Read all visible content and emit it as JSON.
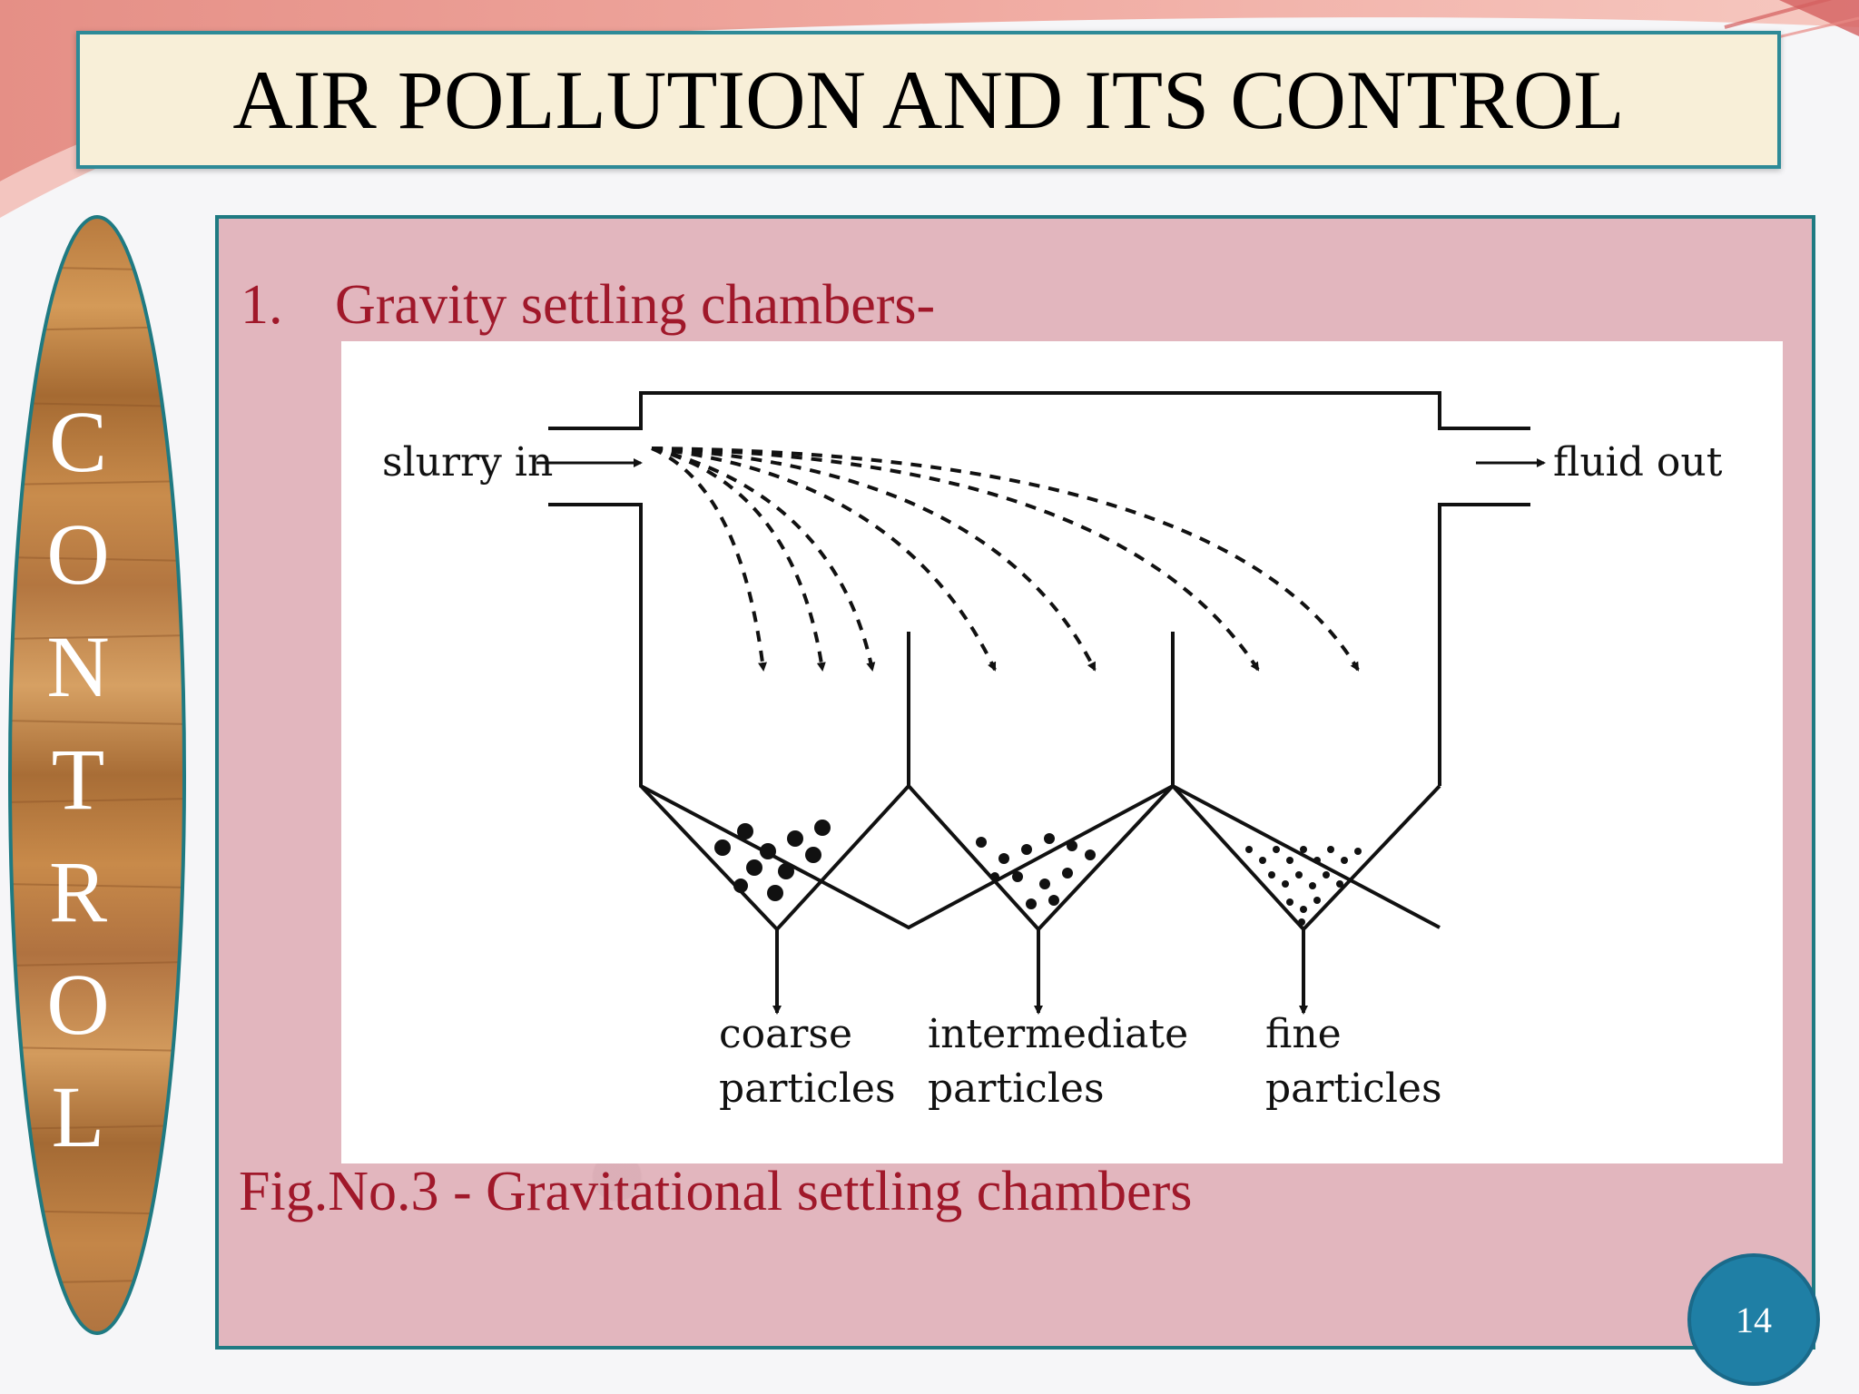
{
  "slide": {
    "title": "AIR POLLUTION AND ITS CONTROL",
    "side_letters": [
      "C",
      "O",
      "N",
      "T",
      "R",
      "O",
      "L"
    ],
    "heading_number": "1.",
    "heading_text": "Gravity settling chambers-",
    "caption": "Fig.No.3 - Gravitational settling chambers",
    "page_number": "14"
  },
  "diagram": {
    "inlet_label": "slurry in",
    "outlet_label": "fluid out",
    "hoppers": [
      {
        "line1": "coarse",
        "line2": "particles"
      },
      {
        "line1": "intermediate",
        "line2": "particles"
      },
      {
        "line1": "fine",
        "line2": "particles"
      }
    ]
  },
  "colors": {
    "title_border": "#2e8a97",
    "title_fill": "#f8efd8",
    "panel_border": "#1f7a82",
    "panel_fill": "#e2b6be",
    "accent_text": "#a0182a",
    "badge": "#1f7fa5"
  }
}
